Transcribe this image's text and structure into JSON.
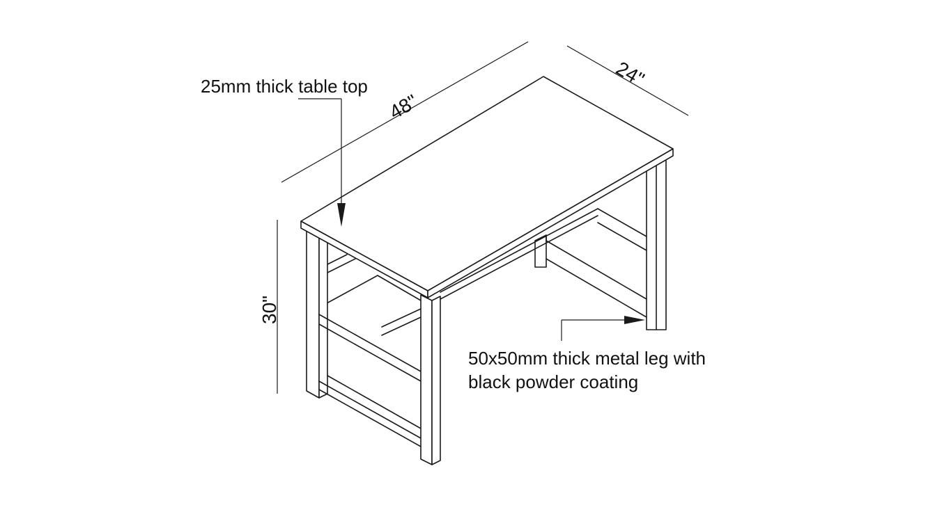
{
  "drawing": {
    "dimensions": {
      "length": "48\"",
      "width": "24\"",
      "height": "30\""
    },
    "callouts": {
      "top_note": "25mm thick table top",
      "leg_note_line1": "50x50mm thick metal leg with",
      "leg_note_line2": "black powder coating"
    },
    "colors": {
      "line": "#1a1a1a",
      "background": "#ffffff"
    }
  }
}
